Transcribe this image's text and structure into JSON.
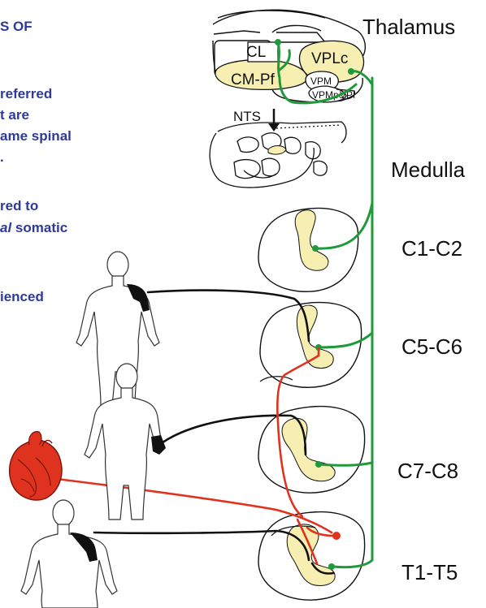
{
  "left_text": {
    "line1": "S OF",
    "line2": "referred",
    "line3": "t are",
    "line4": "ame spinal",
    "line5": ".",
    "line6": "red to",
    "line7a": "al",
    "line7b": " somatic",
    "line8": "ienced"
  },
  "level_labels": {
    "thalamus": "Thalamus",
    "medulla": "Medulla",
    "c1c2": "C1-C2",
    "c5c6": "C5-C6",
    "c7c8": "C7-C8",
    "t1t5": "T1-T5"
  },
  "nuclei": {
    "cl": "CL",
    "cmpf": "CM-Pf",
    "vplc": "VPLc",
    "vpm": "VPM",
    "vpmpc": "VPMpc",
    "vpi": "VPI",
    "nts": "NTS"
  },
  "colors": {
    "pathway_green": "#1f9a3a",
    "visceral_red": "#e0331f",
    "gray_matter": "#f7efb2",
    "text_blue": "#2e3a9a"
  }
}
